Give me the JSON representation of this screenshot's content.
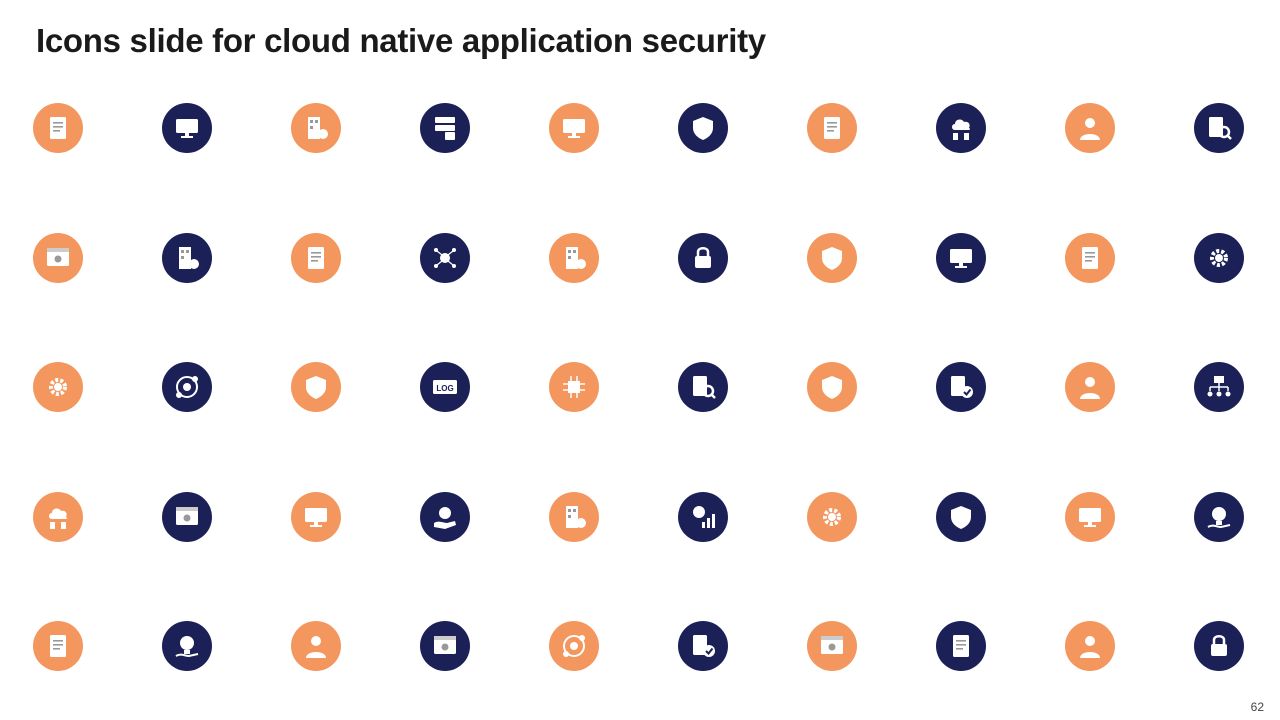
{
  "slide": {
    "title": "Icons slide for cloud native application security",
    "page_number": "62"
  },
  "colors": {
    "orange": "#F4975F",
    "navy": "#1B2157",
    "glyph": "#FFFFFF"
  },
  "icon_grid": [
    [
      {
        "name": "document-shield-icon",
        "color": "orange",
        "glyph": "doc"
      },
      {
        "name": "computer-gear-icon",
        "color": "navy",
        "glyph": "monitor"
      },
      {
        "name": "building-lock-icon",
        "color": "orange",
        "glyph": "building"
      },
      {
        "name": "server-lock-icon",
        "color": "navy",
        "glyph": "server"
      },
      {
        "name": "monitor-check-icon",
        "color": "orange",
        "glyph": "monitor"
      },
      {
        "name": "shield-gear-lock-icon",
        "color": "navy",
        "glyph": "shield"
      },
      {
        "name": "documents-shield-icon",
        "color": "orange",
        "glyph": "doc"
      },
      {
        "name": "cloud-network-buildings-icon",
        "color": "navy",
        "glyph": "cloud"
      },
      {
        "name": "clipboard-person-icon",
        "color": "orange",
        "glyph": "person"
      },
      {
        "name": "document-search-icon",
        "color": "navy",
        "glyph": "search"
      }
    ],
    [
      {
        "name": "browser-gear-icon",
        "color": "orange",
        "glyph": "browser"
      },
      {
        "name": "building-lock-icon",
        "color": "navy",
        "glyph": "building"
      },
      {
        "name": "document-stack-icon",
        "color": "orange",
        "glyph": "doc"
      },
      {
        "name": "network-hub-icon",
        "color": "navy",
        "glyph": "network"
      },
      {
        "name": "building-search-lock-icon",
        "color": "orange",
        "glyph": "building"
      },
      {
        "name": "lock-network-person-icon",
        "color": "navy",
        "glyph": "lock"
      },
      {
        "name": "shield-hexagon-icon",
        "color": "orange",
        "glyph": "shield"
      },
      {
        "name": "laptop-hand-lock-icon",
        "color": "navy",
        "glyph": "monitor"
      },
      {
        "name": "document-gear-icon",
        "color": "orange",
        "glyph": "doc"
      },
      {
        "name": "gears-icon",
        "color": "navy",
        "glyph": "gear"
      }
    ],
    [
      {
        "name": "gear-chart-search-icon",
        "color": "orange",
        "glyph": "gear"
      },
      {
        "name": "cycle-lock-server-icon",
        "color": "navy",
        "glyph": "cycle"
      },
      {
        "name": "shield-gear-lock-icon",
        "color": "orange",
        "glyph": "shield"
      },
      {
        "name": "log-shield-icon",
        "color": "navy",
        "glyph": "log"
      },
      {
        "name": "chip-key-icon",
        "color": "orange",
        "glyph": "chip"
      },
      {
        "name": "document-lock-search-icon",
        "color": "navy",
        "glyph": "search"
      },
      {
        "name": "tablet-shield-icon",
        "color": "orange",
        "glyph": "shield"
      },
      {
        "name": "files-check-icon",
        "color": "navy",
        "glyph": "check"
      },
      {
        "name": "people-network-icon",
        "color": "orange",
        "glyph": "person"
      },
      {
        "name": "folder-hierarchy-icon",
        "color": "navy",
        "glyph": "hierarchy"
      }
    ],
    [
      {
        "name": "cloud-code-icon",
        "color": "orange",
        "glyph": "cloud"
      },
      {
        "name": "browser-eye-hand-icon",
        "color": "navy",
        "glyph": "browser"
      },
      {
        "name": "laptop-security-icon",
        "color": "orange",
        "glyph": "monitor"
      },
      {
        "name": "hand-gear-person-icon",
        "color": "navy",
        "glyph": "hand"
      },
      {
        "name": "building-lock-icon",
        "color": "orange",
        "glyph": "building"
      },
      {
        "name": "lock-growth-chart-icon",
        "color": "navy",
        "glyph": "chart"
      },
      {
        "name": "gear-people-network-icon",
        "color": "orange",
        "glyph": "gear"
      },
      {
        "name": "shield-password-hand-icon",
        "color": "navy",
        "glyph": "shield"
      },
      {
        "name": "money-screen-hand-icon",
        "color": "orange",
        "glyph": "monitor"
      },
      {
        "name": "lightbulb-gear-cycle-icon",
        "color": "navy",
        "glyph": "bulb"
      }
    ],
    [
      {
        "name": "checklist-icon",
        "color": "orange",
        "glyph": "doc"
      },
      {
        "name": "hand-lightbulb-icon",
        "color": "navy",
        "glyph": "bulb"
      },
      {
        "name": "person-desk-icon",
        "color": "orange",
        "glyph": "person"
      },
      {
        "name": "browser-lock-password-icon",
        "color": "navy",
        "glyph": "browser"
      },
      {
        "name": "gear-cycle-coins-icon",
        "color": "orange",
        "glyph": "cycle"
      },
      {
        "name": "clipboard-certificate-icon",
        "color": "navy",
        "glyph": "check"
      },
      {
        "name": "browser-person-icon",
        "color": "orange",
        "glyph": "browser"
      },
      {
        "name": "clipboard-pen-icon",
        "color": "navy",
        "glyph": "doc"
      },
      {
        "name": "person-stars-icon",
        "color": "orange",
        "glyph": "person"
      },
      {
        "name": "monitor-lock-gear-icon",
        "color": "navy",
        "glyph": "lock"
      }
    ]
  ]
}
